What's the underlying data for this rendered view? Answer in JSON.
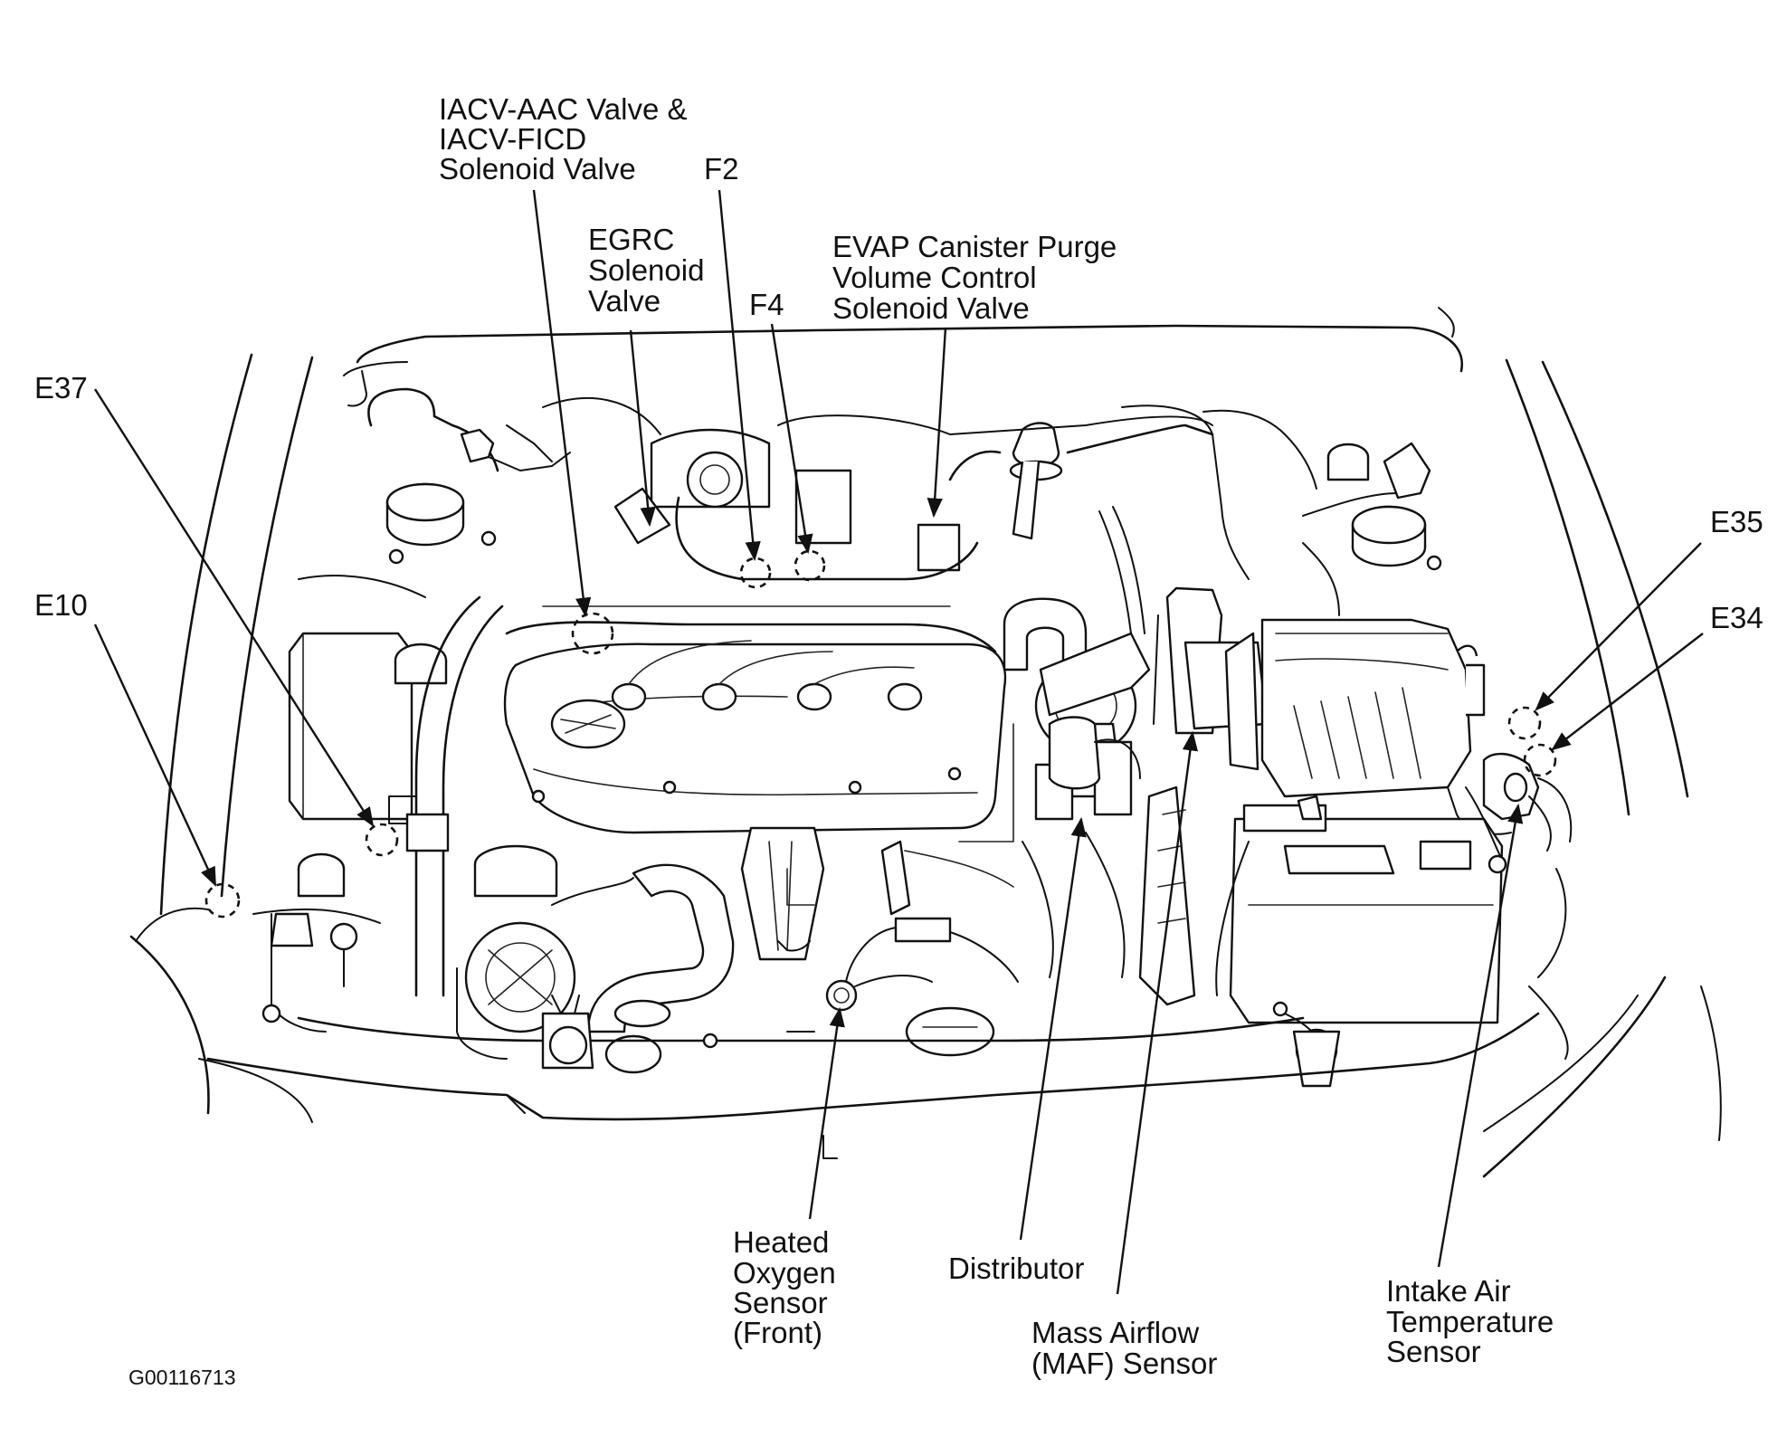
{
  "figure_code": "G00116713",
  "callouts": {
    "iacv": [
      "IACV-AAC Valve &",
      "IACV-FICD",
      "Solenoid Valve"
    ],
    "f2": [
      "F2"
    ],
    "egrc": [
      "EGRC",
      "Solenoid",
      "Valve"
    ],
    "f4": [
      "F4"
    ],
    "evap": [
      "EVAP Canister Purge",
      "Volume Control",
      "Solenoid Valve"
    ],
    "e37": [
      "E37"
    ],
    "e10": [
      "E10"
    ],
    "e35": [
      "E35"
    ],
    "e34": [
      "E34"
    ],
    "heated_o2": [
      "Heated",
      "Oxygen",
      "Sensor",
      "(Front)"
    ],
    "distributor": [
      "Distributor"
    ],
    "maf": [
      "Mass Airflow",
      "(MAF) Sensor"
    ],
    "iat": [
      "Intake Air",
      "Temperature",
      "Sensor"
    ]
  },
  "colors": {
    "ink": "#111111",
    "background": "#ffffff"
  }
}
